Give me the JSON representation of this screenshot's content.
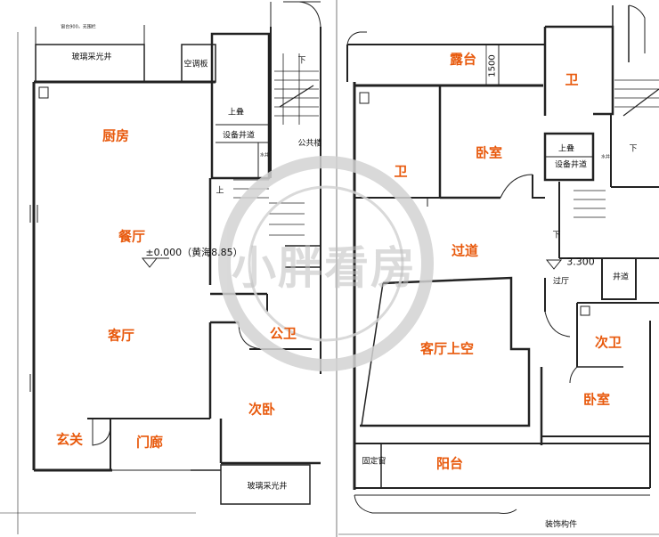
{
  "rooms": {
    "kitchen": "厨房",
    "dining": "餐厅",
    "living": "客厅",
    "foyer": "玄关",
    "porch": "门廊",
    "public_bath": "公卫",
    "second_bed_left": "次卧",
    "terrace": "露台",
    "bath_top_right": "卫",
    "bath_left": "卫",
    "bedroom_upper": "卧室",
    "hallway": "过道",
    "living_void": "客厅上空",
    "second_bath": "次卫",
    "bedroom_lower": "卧室",
    "balcony": "阳台"
  },
  "notes": {
    "glass_light_well_top": "玻璃采光井",
    "glass_light_well_bottom": "玻璃采光井",
    "ac_panel": "空调板",
    "stack_up_left": "上叠",
    "equipment_shaft_left": "设备井道",
    "public_stair": "公共楼",
    "down_left": "下",
    "up_left": "上",
    "stack_up_right": "上叠",
    "equipment_shaft_right": "设备井道",
    "down_right_top": "下",
    "down_right_mid": "下",
    "vestibule": "过厅",
    "shaft": "井道",
    "water_pipe_left": "水井",
    "water_pipe_right": "水井",
    "elevation_ground": "±0.000（黄海8.85）",
    "elevation_upper": "3.300",
    "dim_1500": "1500",
    "top_small_note": "窗台900，无围栏",
    "fixed_window": "固定窗",
    "decor_member": "装饰构件"
  },
  "watermark": "小胖看房",
  "colors": {
    "room_label": "#e8590c",
    "line": "#222222",
    "watermark": "#c8c8c8"
  }
}
